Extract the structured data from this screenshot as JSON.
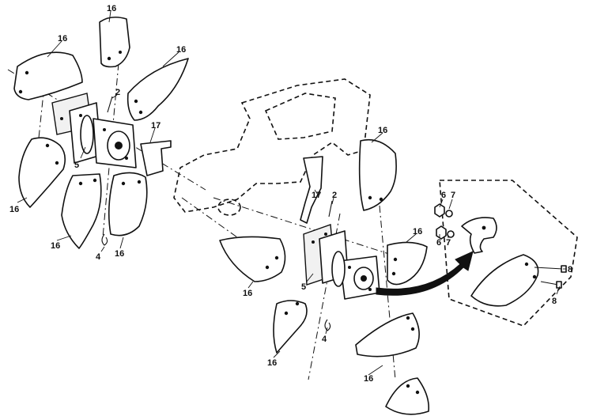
{
  "callouts": {
    "tine_label": "16",
    "shear_pin_label": "2",
    "hairpin_label": "4",
    "hub_label": "5",
    "lock_nut_label": "6",
    "washer_label": "7",
    "bolt_label": "8",
    "bracket_label": "17"
  },
  "colors": {
    "line": "#111111",
    "background": "#ffffff"
  }
}
